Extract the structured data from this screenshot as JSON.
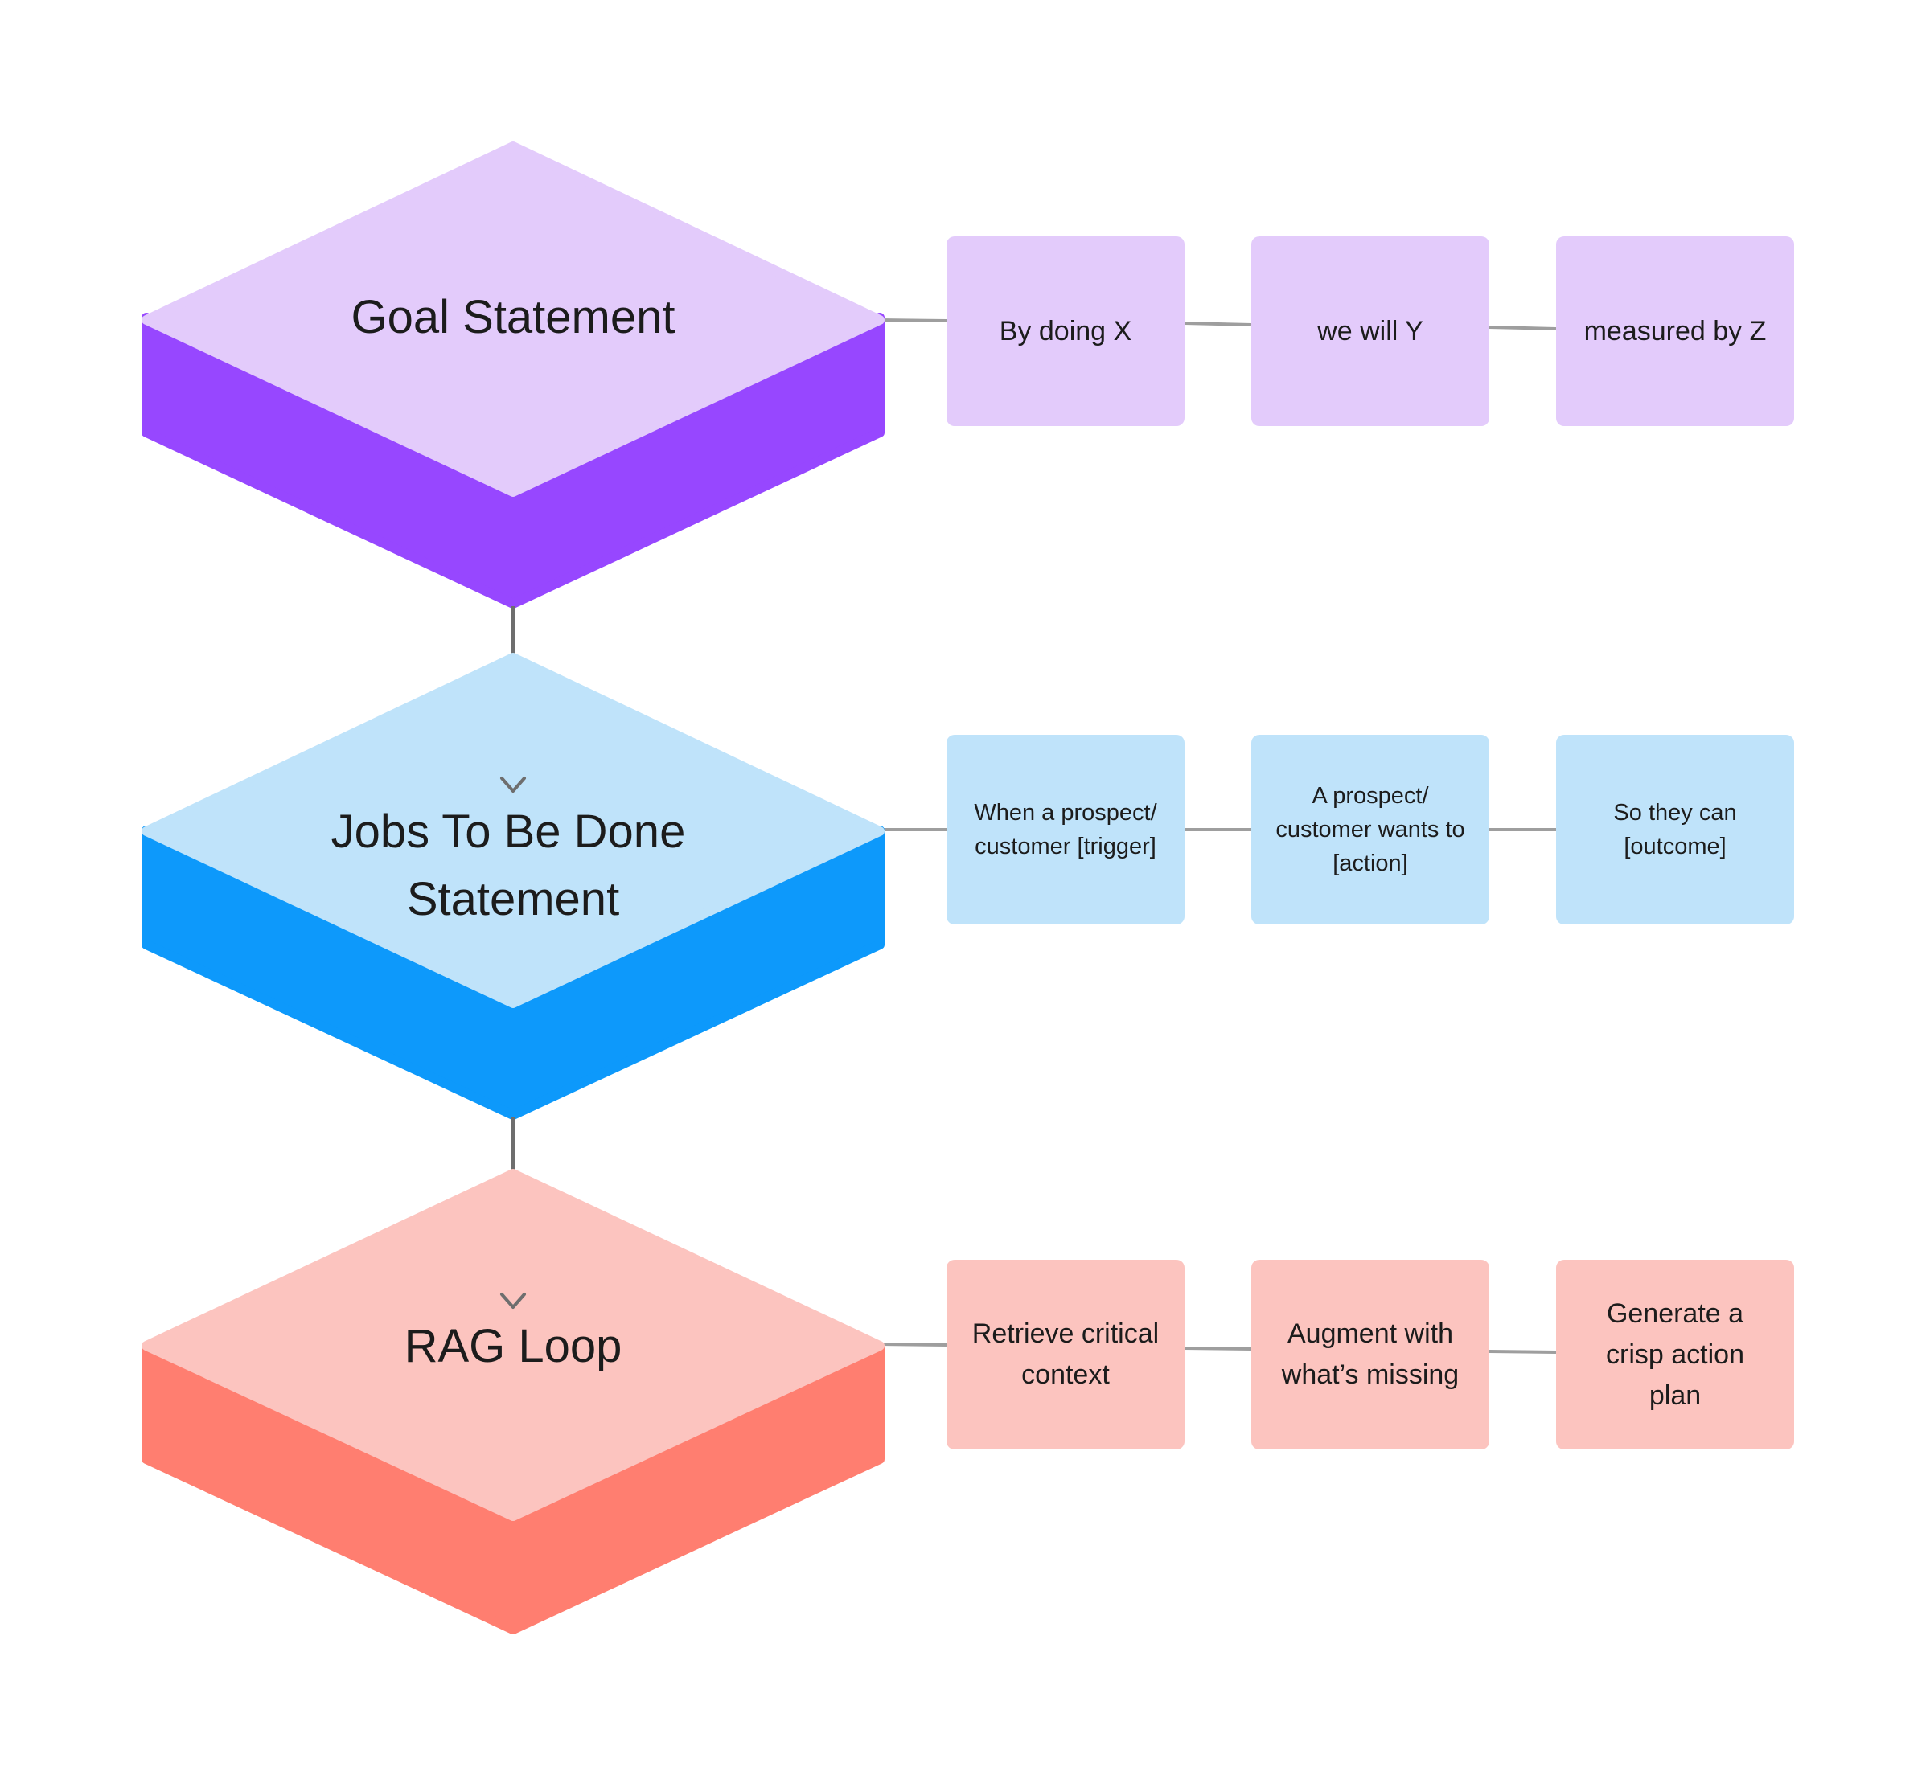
{
  "colors": {
    "goal_top": "#e3cbfb",
    "goal_side": "#9747ff",
    "jtbd_top": "#bfe3fa",
    "jtbd_side": "#0d99fb",
    "rag_top": "#fcc4bf",
    "rag_side": "#ff7e70",
    "connector": "#9e9e9e",
    "arrow": "#6e6e6e"
  },
  "goal": {
    "title": "Goal Statement",
    "steps": [
      "By doing X",
      "we will Y",
      "measured by Z"
    ]
  },
  "jtbd": {
    "title_line1": "Jobs To Be Done",
    "title_line2": "Statement",
    "steps": [
      "When a prospect/\ncustomer [trigger]",
      "A prospect/\ncustomer wants to\n[action]",
      "So they can\n[outcome]"
    ]
  },
  "rag": {
    "title": "RAG Loop",
    "steps": [
      "Retrieve critical\ncontext",
      "Augment with\nwhat’s missing",
      "Generate a\ncrisp action\nplan"
    ]
  }
}
